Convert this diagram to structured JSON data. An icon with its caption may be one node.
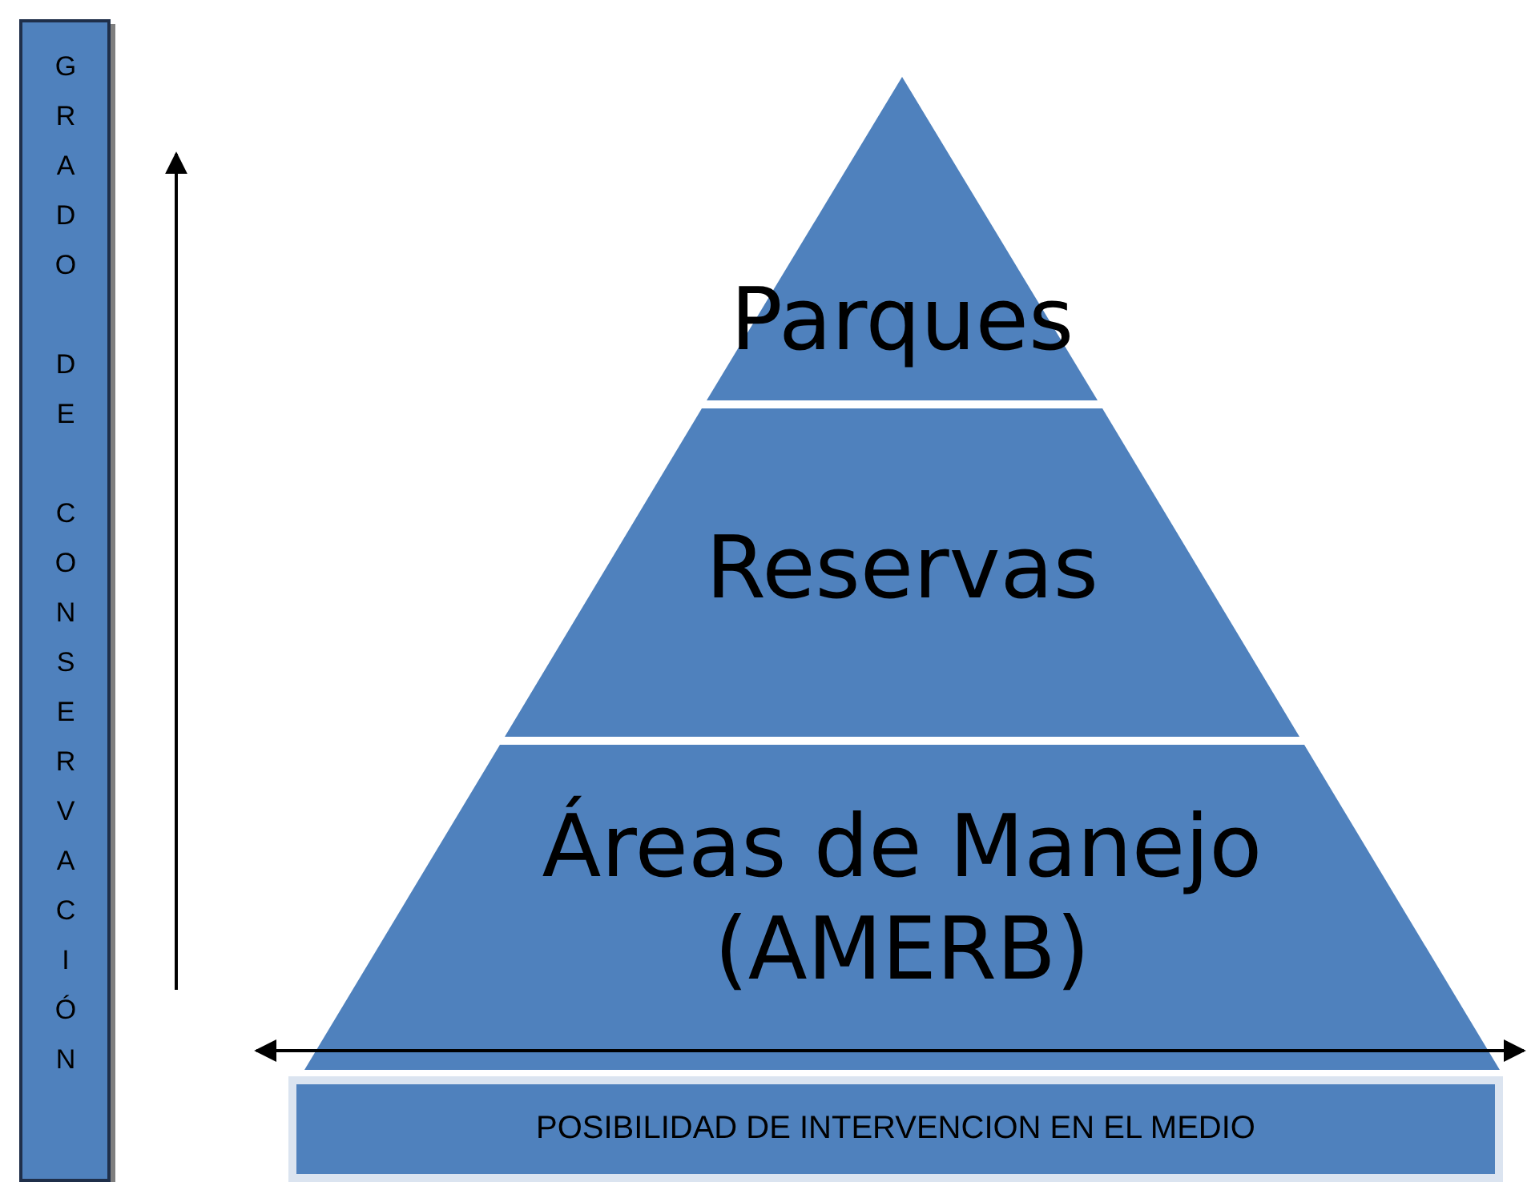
{
  "diagram": {
    "nodes": [
      {
        "text": [
          "GRADO DE CONSERVACIÓN"
        ]
      },
      {
        "text": [
          "Parques"
        ]
      },
      {
        "text": [
          "Reservas"
        ]
      },
      {
        "text": [
          "Áreas de Manejo (AMERB)"
        ]
      },
      {
        "text": [
          "POSIBILIDAD DE INTERVENCION EN EL MEDIO"
        ]
      }
    ],
    "edges": []
  }
}
